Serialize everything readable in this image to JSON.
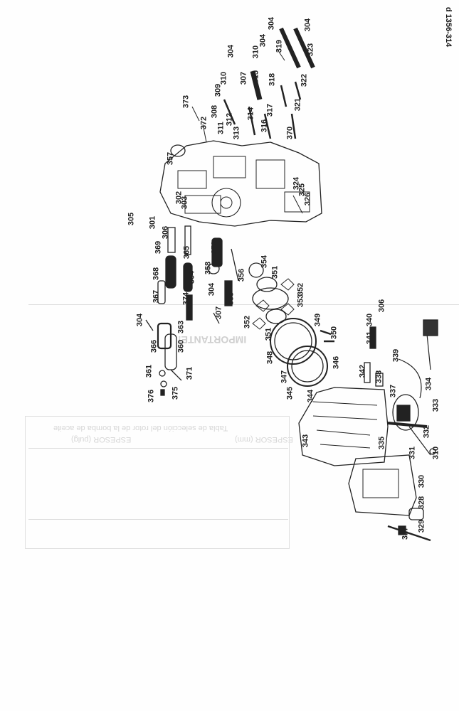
{
  "page_code": "d 1356-314",
  "bleed_through": {
    "heading": "IMPORTANTE!",
    "table_title": "Tabla de selección del rotor de la bomba de aceite",
    "col_mm": "ESPESOR (mm)",
    "col_in": "ESPESOR (pulg)"
  },
  "parts": [
    "304",
    "304",
    "304",
    "304",
    "310",
    "319",
    "323",
    "307",
    "310",
    "315",
    "318",
    "322",
    "309",
    "308",
    "312",
    "317",
    "321",
    "311",
    "313",
    "314",
    "316",
    "370",
    "373",
    "372",
    "357",
    "324",
    "325",
    "326",
    "302",
    "303",
    "305",
    "301",
    "306",
    "369",
    "365",
    "359",
    "368",
    "364",
    "358",
    "304",
    "356",
    "354",
    "351",
    "352",
    "367",
    "374",
    "355",
    "353",
    "307",
    "304",
    "363",
    "352",
    "349",
    "351",
    "350",
    "366",
    "360",
    "348",
    "361",
    "371",
    "347",
    "376",
    "375",
    "345",
    "344",
    "340",
    "306",
    "341",
    "339",
    "346",
    "342",
    "338",
    "334",
    "337",
    "333",
    "332",
    "343",
    "335",
    "331",
    "310",
    "330",
    "328",
    "329",
    "327"
  ]
}
